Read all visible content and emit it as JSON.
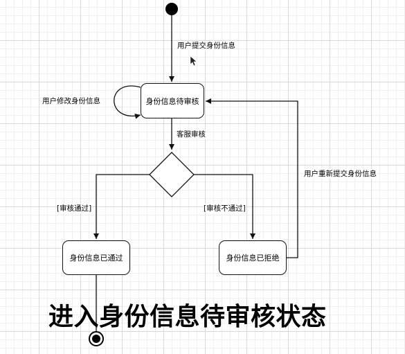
{
  "diagram": {
    "states": {
      "pending": "身份信息待审核",
      "passed": "身份信息已通过",
      "rejected": "身份信息已拒绝"
    },
    "edges": {
      "submit": "用户提交身份信息",
      "modify": "用户修改身份信息",
      "review": "客服审核",
      "approved_guard": "[审核通过]",
      "rejected_guard": "[审核不通过]",
      "resubmit": "用户重新提交身份信息"
    }
  },
  "caption": "进入身份信息待审核状态"
}
